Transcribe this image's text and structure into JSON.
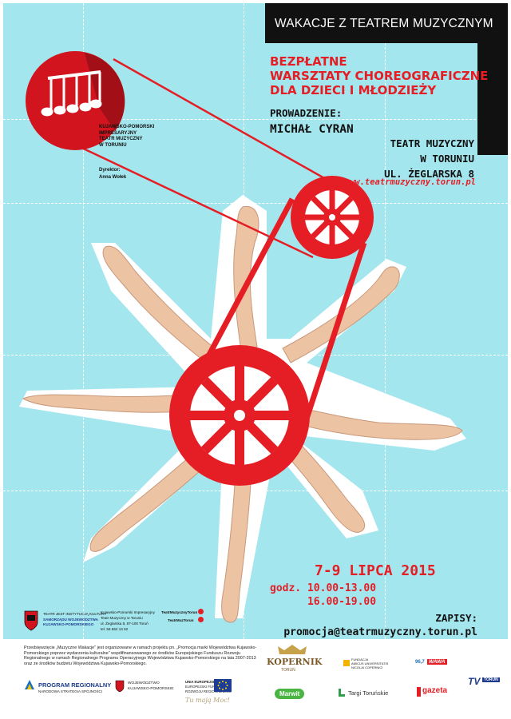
{
  "header": {
    "title": "WAKACJE Z TEATREM MUZYCZNYM"
  },
  "headline": {
    "line1": "BEZPŁATNE",
    "line2": "WARSZTATY CHOREOGRAFICZNE",
    "line3": "DLA DZIECI I MŁODZIEŻY"
  },
  "leader": {
    "label": "PROWADZENIE:",
    "name": "MICHAŁ CYRAN"
  },
  "venue": {
    "line1": "TEATR MUZYCZNY",
    "line2": "W TORUNIU",
    "line3": "UL. ŻEGLARSKA 8",
    "website": "www.teatrmuzyczny.torun.pl"
  },
  "org": {
    "line1": "KUJAWSKO-POMORSKI",
    "line2": "IMPRESARYJNY",
    "line3": "TEATR MUZYCZNY",
    "line4": "W TORUNIU",
    "director_label": "Dyrektor:",
    "director_name": "Anna Wołek"
  },
  "event": {
    "dates": "7-9 LIPCA 2015",
    "hours_line1": "godz. 10.00-13.00",
    "hours_line2": "      16.00-19.00"
  },
  "signup": {
    "label": "ZAPISY:",
    "email": "promocja@teatrmuzyczny.torun.pl"
  },
  "small_logos": {
    "institution_line1": "TEATR JEST INSTYTUCJĄ KULTURY",
    "institution_line2": "SAMORZĄDU WOJEWÓDZTWA",
    "institution_line3": "KUJAWSKO-POMORSKIEGO",
    "contact_line1": "Kujawsko-Pomorski Impresaryjny",
    "contact_line2": "Teatr Muzyczny w Toruniu",
    "contact_line3": "ul. Żeglarska 8, 87-100 Toruń",
    "contact_line4": "tel. 56 652 13 62",
    "social_facebook": "TeatrMuzycznyTorun",
    "social_twitter": "TeatrMuzTorun"
  },
  "footer": {
    "text": "Przedsięwzięcie „Muzyczne Wakacje\" jest organizowane w ramach projektu pn. „Promocja marki Województwa Kujawsko-Pomorskiego poprzez wydarzenia kulturalne\" współfinansowanego ze środków Europejskiego Funduszu Rozwoju Regionalnego w ramach Regionalnego Programu Operacyjnego Województwa Kujawsko-Pomorskiego na lata 2007-2013 oraz ze środków budżetu Województwa Kujawsko-Pomorskiego.",
    "program": "PROGRAM REGIONALNY",
    "program_sub": "NARODOWA STRATEGIA SPÓJNOŚCI",
    "voivodeship_line1": "WOJEWÓDZTWO",
    "voivodeship_line2": "KUJAWSKO-POMORSKIE",
    "eu_line1": "UNIA EUROPEJSKA",
    "eu_line2": "EUROPEJSKI FUNDUSZ",
    "eu_line3": "ROZWOJU REGIONALNEGO",
    "slogan": "Tu mają Moc!"
  },
  "sponsors": {
    "kopernik": "KOPERNIK",
    "kopernik_sub": "TORUŃ",
    "foundation_line1": "FUNDACJA",
    "foundation_line2": "AMICUS UNIVERSITATIS",
    "foundation_line3": "NICOLAI COPERNICI",
    "radio_freq": "96,7",
    "radio_name": "WAWA",
    "tv_name": "TORUŃ",
    "marwit": "Marwit",
    "targi": "Targi Toruńskie",
    "gazeta": "gazeta"
  },
  "colors": {
    "accent_red": "#e51e25",
    "background_cyan": "#a4e6ee",
    "header_black": "#111111"
  }
}
